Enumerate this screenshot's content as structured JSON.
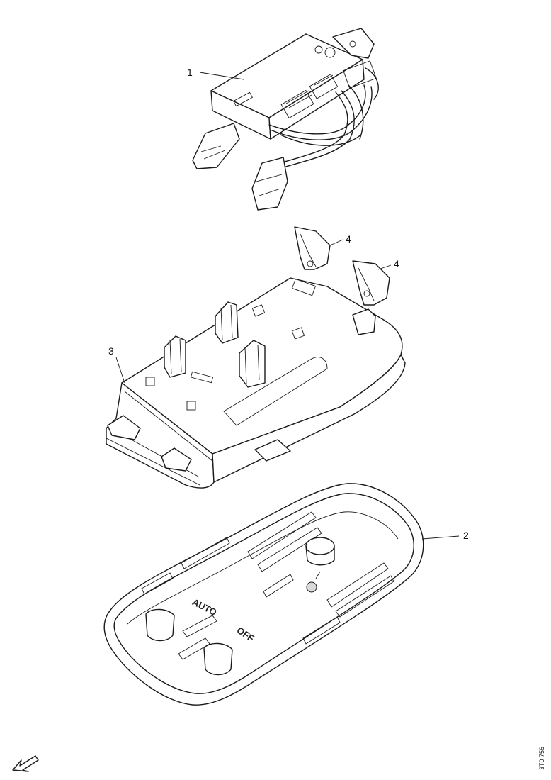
{
  "callouts": [
    {
      "id": "c1",
      "label": "1"
    },
    {
      "id": "c2",
      "label": "2"
    },
    {
      "id": "c3",
      "label": "3"
    },
    {
      "id": "c4a",
      "label": "4"
    },
    {
      "id": "c4b",
      "label": "4"
    }
  ],
  "reference_code": "3T0 756",
  "colors": {
    "line": "#1a1a1a",
    "background": "#ffffff"
  },
  "icons": {
    "orientation_arrow": "arrow-down-left-icon"
  }
}
